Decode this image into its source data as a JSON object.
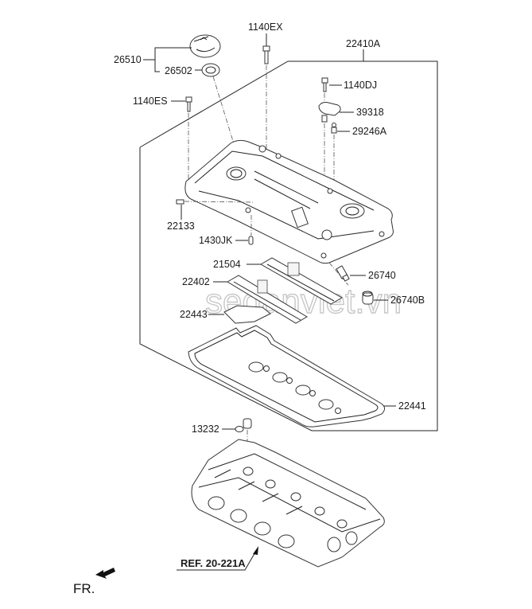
{
  "diagram": {
    "type": "exploded-parts-diagram",
    "subject": "Cylinder head cover assembly",
    "frame_label": "22410A",
    "watermark": "sedanviet.vn",
    "parts": [
      {
        "id": "oil-filler-cap",
        "label": "26510"
      },
      {
        "id": "oil-filler-cap-gasket",
        "label": "26502"
      },
      {
        "id": "bolt-1140ex",
        "label": "1140EX"
      },
      {
        "id": "bolt-1140es",
        "label": "1140ES"
      },
      {
        "id": "bolt-1140dj",
        "label": "1140DJ"
      },
      {
        "id": "cam-position-sensor",
        "label": "39318"
      },
      {
        "id": "stud-29246a",
        "label": "29246A"
      },
      {
        "id": "pin-22133",
        "label": "22133"
      },
      {
        "id": "plug-1430jk",
        "label": "1430JK"
      },
      {
        "id": "baffle-21504",
        "label": "21504"
      },
      {
        "id": "baffle-22402",
        "label": "22402"
      },
      {
        "id": "gasket-22443",
        "label": "22443"
      },
      {
        "id": "pcv-valve",
        "label": "26740"
      },
      {
        "id": "pcv-grommet",
        "label": "26740B"
      },
      {
        "id": "head-cover-gasket",
        "label": "22441"
      },
      {
        "id": "plug-13232",
        "label": "13232"
      }
    ],
    "reference_label": "REF. 20-221A",
    "front_indicator": "FR."
  }
}
